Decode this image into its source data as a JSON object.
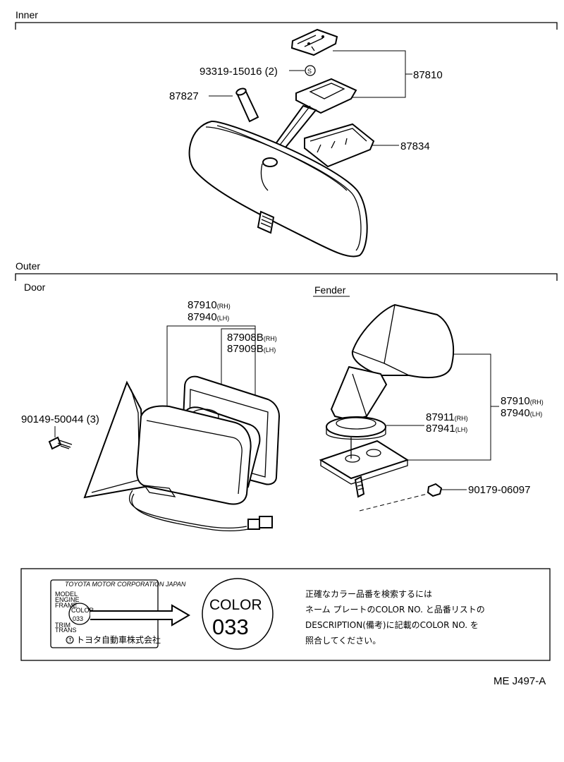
{
  "sections": {
    "inner": "Inner",
    "outer": "Outer",
    "door": "Door",
    "fender": "Fender"
  },
  "parts": {
    "bolt_inner": "93319-15016 (2)",
    "stay": "87810",
    "pin": "87827",
    "cover": "87834",
    "screw": "90149-50044 (3)",
    "mirror_rh": "87910",
    "mirror_lh": "87940",
    "glass_rh": "87908B",
    "glass_lh": "87909B",
    "fender_mirror_rh": "87910",
    "fender_mirror_lh": "87940",
    "base_rh": "87911",
    "base_lh": "87941",
    "nut": "90179-06097",
    "rh_suffix": "(RH)",
    "lh_suffix": "(LH)",
    "s_mark": "S"
  },
  "notice": {
    "plate_maker": "TOYOTA MOTOR CORPORATION JAPAN",
    "plate_color_label": "COLOR",
    "plate_color_code": "033",
    "plate_company": "トヨタ自動車株式会社",
    "plate_mark": "Ⓣ",
    "plate_field_1": "MODEL",
    "plate_field_2": "ENGINE",
    "plate_field_3": "FRAME",
    "plate_trim_1": "TRIM",
    "plate_trim_2": "TRANS",
    "big_color_label": "COLOR",
    "big_color_code": "033",
    "text_line1": "正確なカラー品番を検索するには",
    "text_line2": "ネーム プレートのCOLOR NO. と品番リストの",
    "text_line3": "DESCRIPTION(備考)に記載のCOLOR NO. を",
    "text_line4": "照合してください。"
  },
  "footer": {
    "code": "ME J497-A"
  }
}
